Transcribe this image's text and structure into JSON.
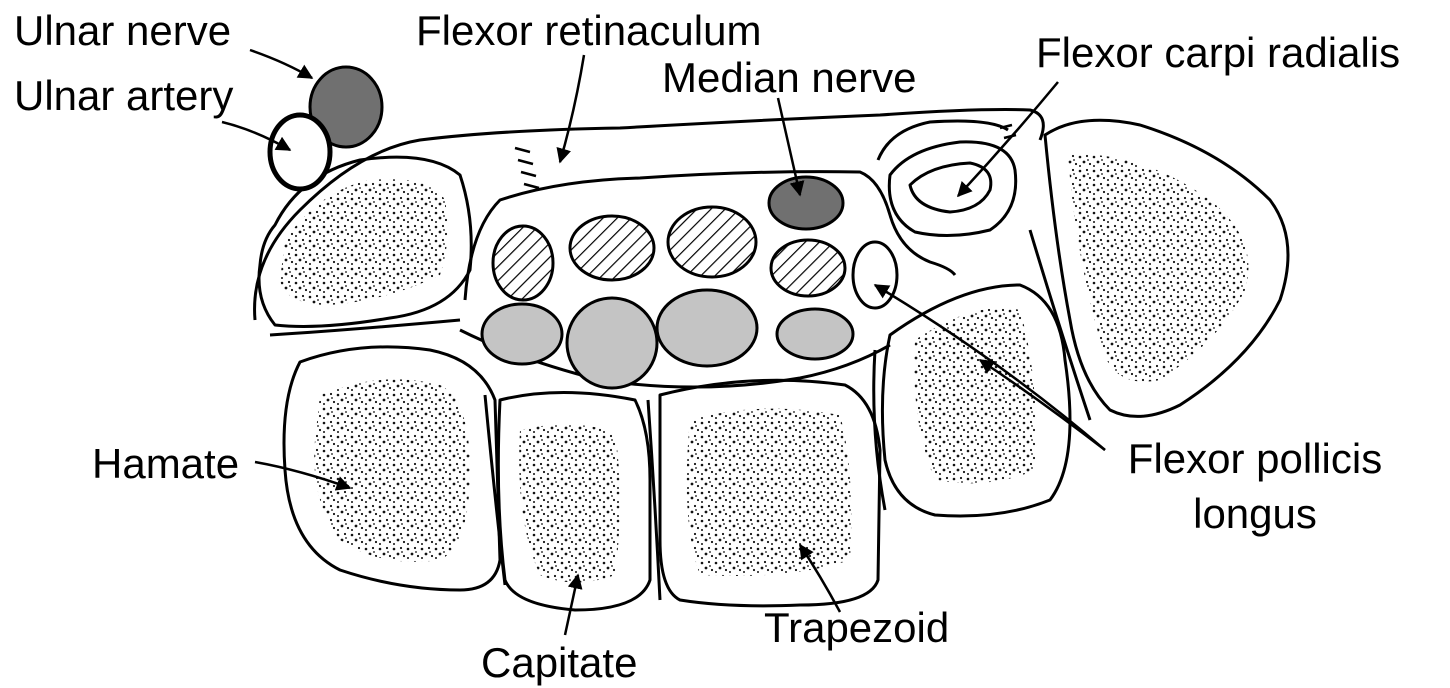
{
  "labels": {
    "ulnar_nerve": "Ulnar nerve",
    "ulnar_artery": "Ulnar artery",
    "flexor_retinaculum": "Flexor retinaculum",
    "median_nerve": "Median nerve",
    "flexor_carpi_radialis": "Flexor carpi radialis",
    "hamate": "Hamate",
    "flexor_pollicis_line1": "Flexor pollicis",
    "flexor_pollicis_line2": "longus",
    "trapezoid": "Trapezoid",
    "capitate": "Capitate"
  },
  "colors": {
    "nerve": "#707070",
    "tendon_grey": "#c4c4c4",
    "outline": "#000000",
    "background": "#ffffff"
  }
}
